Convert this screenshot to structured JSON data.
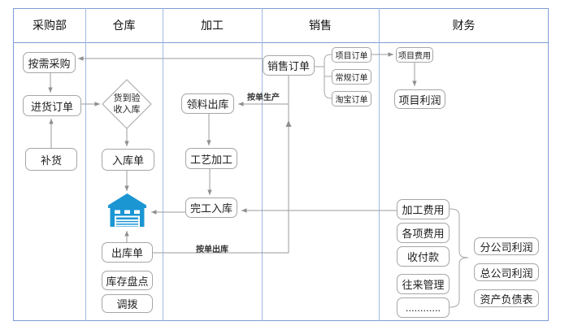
{
  "lanes": [
    "采购部",
    "仓库",
    "加工",
    "销售",
    "财务"
  ],
  "nodes": {
    "demand_purchase": "按需采购",
    "purchase_order": "进货订单",
    "replenish": "补货",
    "arrival_inspection": "货到验\n收入库",
    "inbound_slip": "入库单",
    "outbound_slip": "出库单",
    "stock_count": "库存盘点",
    "transfer": "调拨",
    "material_outbound": "领料出库",
    "craft_processing": "工艺加工",
    "finished_inbound": "完工入库",
    "sales_order": "销售订单",
    "project_order": "项目订单",
    "regular_order": "常规订单",
    "taobao_order": "淘宝订单",
    "project_cost": "项目费用",
    "project_profit": "项目利润",
    "processing_cost": "加工费用",
    "various_costs": "各项费用",
    "payments": "收付款",
    "contacts_mgmt": "往来管理",
    "ellipsis": "............",
    "branch_profit": "分公司利润",
    "hq_profit": "总公司利润",
    "balance_sheet": "资产负债表"
  },
  "edge_labels": {
    "make_to_order": "按单生产",
    "outbound_by_order": "按单出库"
  },
  "icons": {
    "warehouse": "warehouse-icon"
  },
  "colors": {
    "frame_border": "#7E9CD4",
    "lane_divider": "#9FB9E2",
    "node_border": "#A6A6A6",
    "connector": "#9B9B9B",
    "warehouse_icon": "#1B96D3"
  }
}
